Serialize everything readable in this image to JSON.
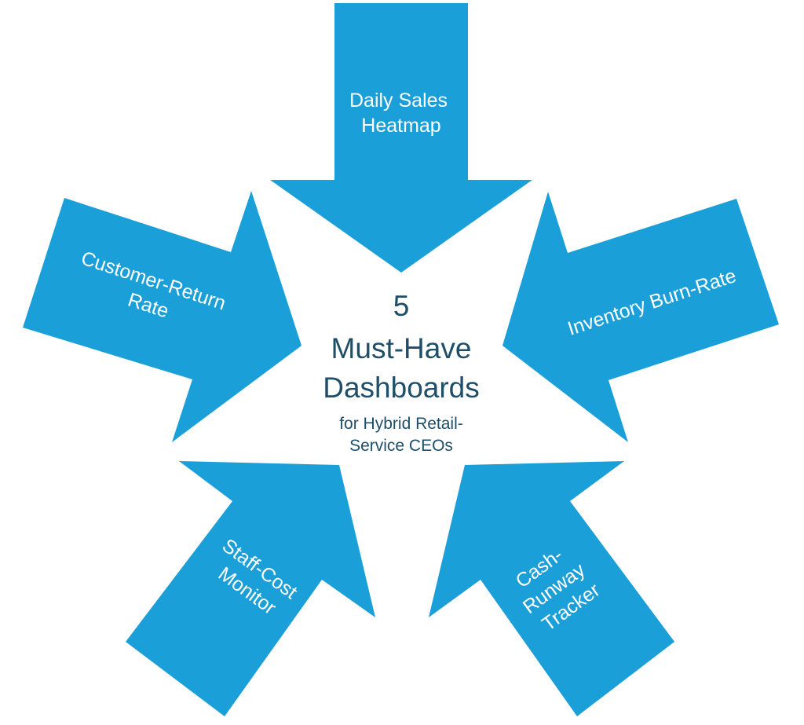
{
  "colors": {
    "arrow_fill": "#1a9fd8",
    "arrow_text": "#ffffff",
    "center_text": "#1f4e68",
    "background": "#ffffff"
  },
  "center": {
    "number": "5",
    "title_line1": "Must-Have",
    "title_line2": "Dashboards",
    "subtitle_line1": "for Hybrid Retail-",
    "subtitle_line2": "Service CEOs"
  },
  "arrows": {
    "daily_sales": {
      "line1": "Daily Sales",
      "line2": "Heatmap"
    },
    "customer_return": {
      "line1": "Customer-Return",
      "line2": "Rate"
    },
    "inventory_burn": {
      "line1": "Inventory Burn-Rate"
    },
    "staff_cost": {
      "line1": "Staff-Cost",
      "line2": "Monitor"
    },
    "cash_runway": {
      "line1": "Cash-",
      "line2": "Runway",
      "line3": "Tracker"
    }
  }
}
